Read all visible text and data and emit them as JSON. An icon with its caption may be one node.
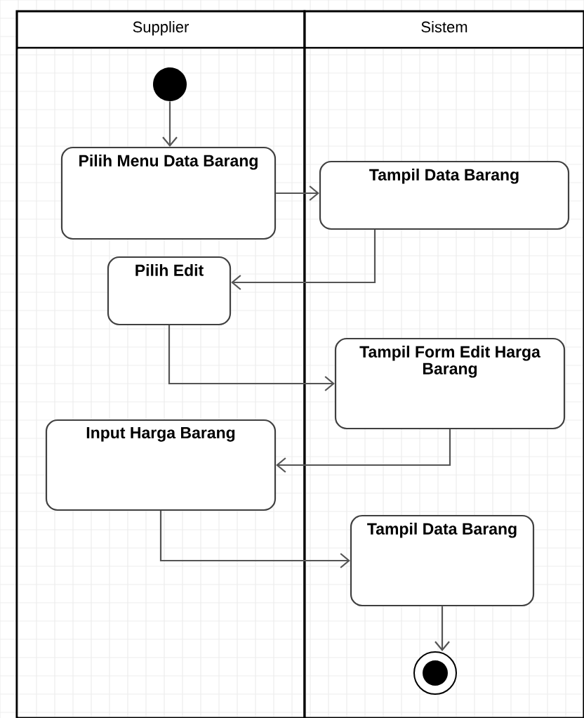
{
  "diagram": {
    "nodes": [
      {
        "text": [
          "Supplier"
        ]
      },
      {
        "text": [
          "Sistem"
        ]
      },
      {
        "text": [],
        "shape": "circle",
        "in": 0
      },
      {
        "text": [
          "Pilih Menu Data Barang"
        ],
        "in": 0
      },
      {
        "text": [
          "Tampil Data Barang"
        ],
        "in": 1
      },
      {
        "text": [
          "Pilih Edit"
        ],
        "in": 0
      },
      {
        "text": [
          "Tampil Form Edit Harga Barang"
        ],
        "in": 1
      },
      {
        "text": [
          "Input Harga Barang"
        ],
        "in": 0
      },
      {
        "text": [
          "Tampil Data Barang"
        ],
        "in": 1
      },
      {
        "text": [],
        "shape": "circle",
        "in": 1
      }
    ],
    "edges": [
      {
        "from": 2,
        "to": 3,
        "arrow": "to"
      },
      {
        "from": 3,
        "to": 4,
        "arrow": "to"
      },
      {
        "from": 4,
        "to": 5,
        "arrow": "to"
      },
      {
        "from": 5,
        "to": 6,
        "arrow": "to"
      },
      {
        "from": 6,
        "to": 7,
        "arrow": "to"
      },
      {
        "from": 7,
        "to": 8,
        "arrow": "to"
      },
      {
        "from": 8,
        "to": 9,
        "arrow": "to"
      }
    ]
  }
}
